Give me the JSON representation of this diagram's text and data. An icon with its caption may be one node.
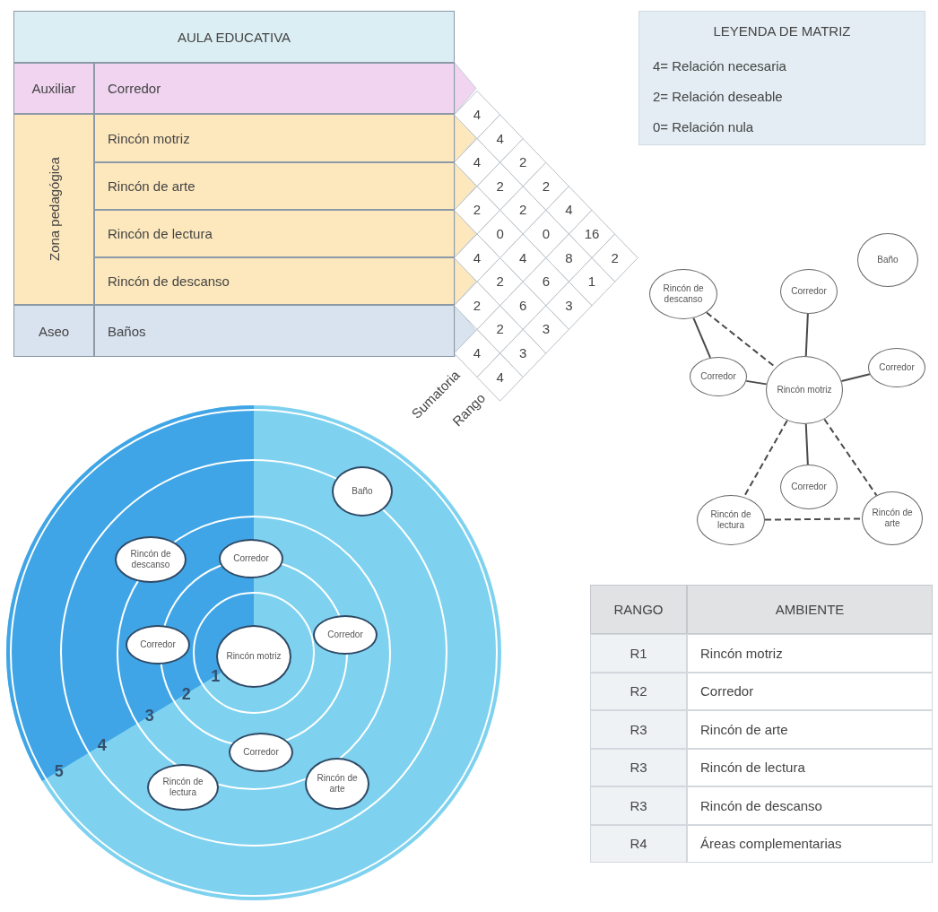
{
  "diagram": {
    "nodes": [
      {
        "text": [
          "Baño"
        ]
      },
      {
        "text": [
          "Rincón de descanso"
        ]
      },
      {
        "text": [
          "Corredor"
        ]
      },
      {
        "text": [
          "Corredor"
        ]
      },
      {
        "text": [
          "Rincón motriz"
        ]
      },
      {
        "text": [
          "Corredor"
        ]
      },
      {
        "text": [
          "Corredor"
        ]
      },
      {
        "text": [
          "Rincón de lectura"
        ]
      },
      {
        "text": [
          "Rincón de arte"
        ]
      },
      {
        "text": [
          "Baño"
        ]
      },
      {
        "text": [
          "Rincón de descanso"
        ]
      },
      {
        "text": [
          "Corredor"
        ]
      },
      {
        "text": [
          "Corredor"
        ]
      },
      {
        "text": [
          "Rincón motriz"
        ]
      },
      {
        "text": [
          "Corredor"
        ]
      },
      {
        "text": [
          "Corredor"
        ]
      },
      {
        "text": [
          "Rincón de lectura"
        ]
      },
      {
        "text": [
          "Rincón de arte"
        ]
      }
    ],
    "edges": [
      {
        "from": 1,
        "to": 3,
        "arrow": "none"
      },
      {
        "from": 1,
        "to": 4,
        "arrow": "none",
        "style": "dashed"
      },
      {
        "from": 2,
        "to": 4,
        "arrow": "none"
      },
      {
        "from": 3,
        "to": 4,
        "arrow": "none"
      },
      {
        "from": 4,
        "to": 5,
        "arrow": "none"
      },
      {
        "from": 4,
        "to": 6,
        "arrow": "none"
      },
      {
        "from": 4,
        "to": 7,
        "arrow": "none",
        "style": "dashed"
      },
      {
        "from": 4,
        "to": 8,
        "arrow": "none",
        "style": "dashed"
      },
      {
        "from": 7,
        "to": 8,
        "arrow": "none",
        "style": "dashed"
      }
    ],
    "labels": [
      "AULA EDUCATIVA",
      "Auxiliar",
      "Corredor",
      "Zona pedagógica",
      "Rincón motriz",
      "Rincón de arte",
      "Rincón de lectura",
      "Rincón de descanso",
      "Aseo",
      "Baños",
      "LEYENDA DE MATRIZ",
      "4= Relación necesaria",
      "2= Relación deseable",
      "0= Relación nula",
      "4",
      "4",
      "4",
      "2",
      "2",
      "2",
      "2",
      "2",
      "4",
      "0",
      "0",
      "16",
      "4",
      "4",
      "8",
      "2",
      "2",
      "6",
      "1",
      "2",
      "6",
      "3",
      "2",
      "3",
      "4",
      "3",
      "4",
      "Sumatoria",
      "Rango",
      "1",
      "2",
      "3",
      "4",
      "5",
      "RANGO",
      "AMBIENTE",
      "R1",
      "Rincón motriz",
      "R2",
      "Corredor",
      "R3",
      "Rincón de arte",
      "R3",
      "Rincón de lectura",
      "R3",
      "Rincón de descanso",
      "R4",
      "Áreas complementarias"
    ]
  }
}
